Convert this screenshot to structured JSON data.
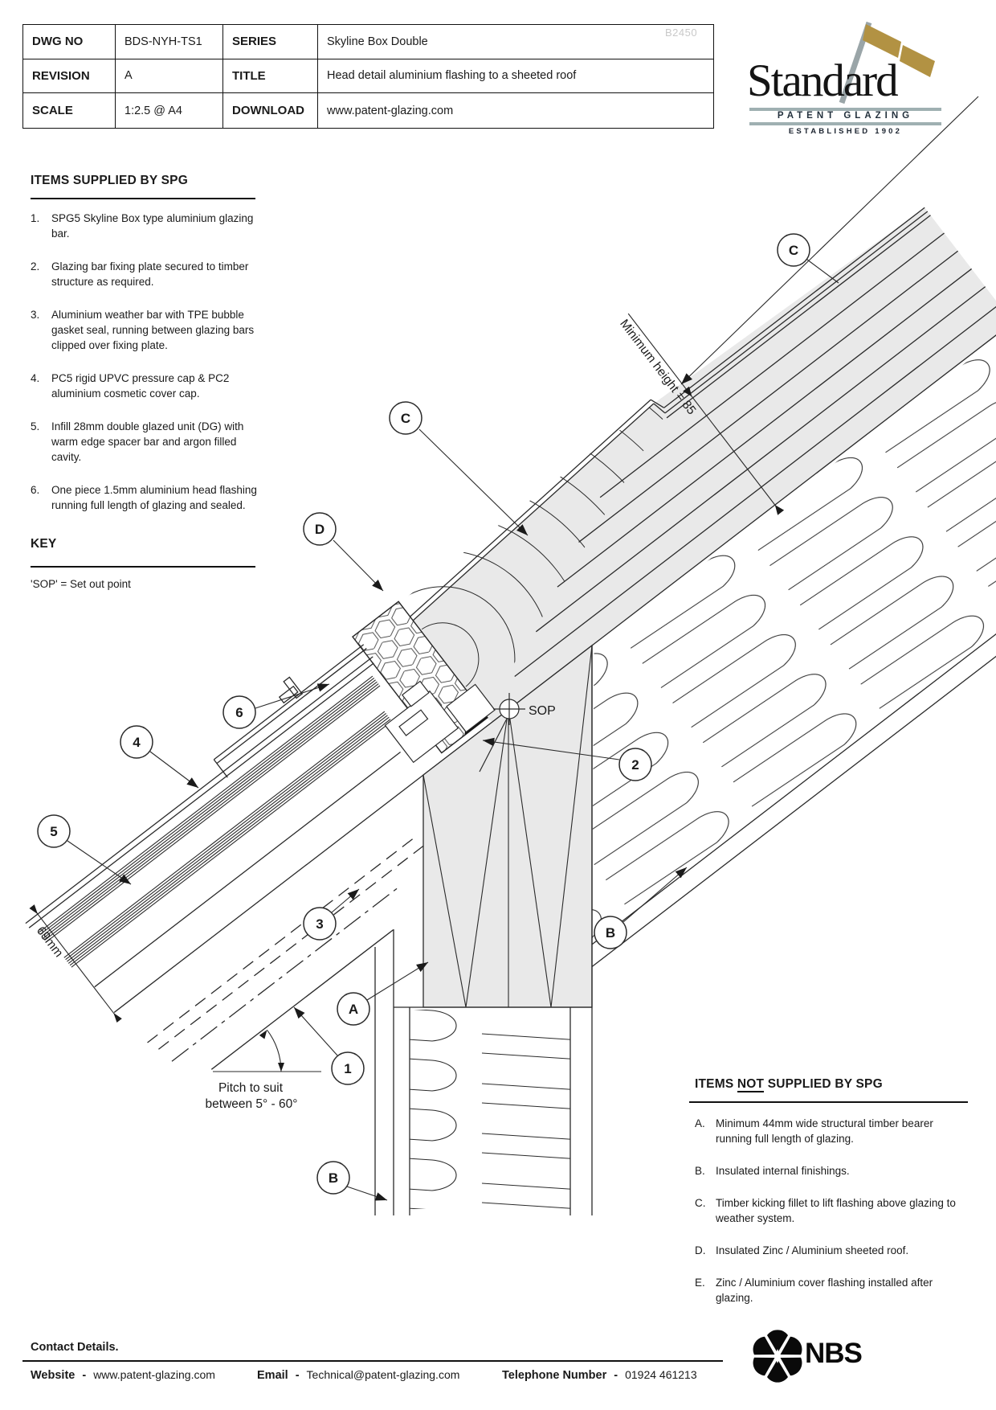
{
  "title_block": {
    "rows": [
      {
        "label": "DWG NO",
        "value": "BDS-NYH-TS1",
        "label2": "SERIES",
        "value2": "Skyline Box Double"
      },
      {
        "label": "REVISION",
        "value": "A",
        "label2": "TITLE",
        "value2": "Head detail aluminium flashing to a sheeted roof"
      },
      {
        "label": "SCALE",
        "value": "1:2.5 @ A4",
        "label2": "DOWNLOAD",
        "value2": "www.patent-glazing.com"
      }
    ],
    "watermark": "B2450"
  },
  "logo": {
    "name": "Standard",
    "subtitle": "PATENT GLAZING",
    "established": "ESTABLISHED 1902"
  },
  "supplied": {
    "heading": "ITEMS SUPPLIED BY SPG",
    "items": [
      {
        "num": "1.",
        "text": "SPG5 Skyline Box type aluminium glazing bar."
      },
      {
        "num": "2.",
        "text": "Glazing bar fixing plate secured to timber structure as required."
      },
      {
        "num": "3.",
        "text": "Aluminium weather bar with TPE bubble gasket seal, running between glazing bars clipped over fixing plate."
      },
      {
        "num": "4.",
        "text": "PC5 rigid UPVC pressure cap & PC2 aluminium cosmetic cover cap."
      },
      {
        "num": "5.",
        "text": "Infill 28mm double glazed unit (DG) with warm edge spacer bar and argon filled cavity."
      },
      {
        "num": "6.",
        "text": "One piece 1.5mm aluminium head flashing running full length of glazing and sealed."
      }
    ]
  },
  "key": {
    "heading": "KEY",
    "note": "'SOP' = Set out point"
  },
  "not_supplied": {
    "heading_pre": "ITEMS ",
    "heading_not": "NOT",
    "heading_post": " SUPPLIED BY SPG",
    "items": [
      {
        "num": "A.",
        "text": "Minimum 44mm wide structural timber bearer running full length of glazing."
      },
      {
        "num": "B.",
        "text": "Insulated internal finishings."
      },
      {
        "num": "C.",
        "text": "Timber kicking fillet to lift flashing above glazing to weather system."
      },
      {
        "num": "D.",
        "text": "Insulated Zinc / Aluminium sheeted roof."
      },
      {
        "num": "E.",
        "text": "Zinc / Aluminium cover flashing installed after glazing."
      }
    ]
  },
  "drawing": {
    "labels": {
      "sop": "SOP",
      "min_height": "Minimum height = 85",
      "bar_width": "69mm",
      "pitch_line1": "Pitch to suit",
      "pitch_line2": "between 5° - 60°"
    },
    "callouts": [
      {
        "id": "callout-c-top-right",
        "label": "C"
      },
      {
        "id": "callout-c-mid-left",
        "label": "C"
      },
      {
        "id": "callout-d",
        "label": "D"
      },
      {
        "id": "callout-6",
        "label": "6"
      },
      {
        "id": "callout-4",
        "label": "4"
      },
      {
        "id": "callout-5",
        "label": "5"
      },
      {
        "id": "callout-3",
        "label": "3"
      },
      {
        "id": "callout-2",
        "label": "2"
      },
      {
        "id": "callout-a",
        "label": "A"
      },
      {
        "id": "callout-1",
        "label": "1"
      },
      {
        "id": "callout-b-right",
        "label": "B"
      },
      {
        "id": "callout-b-left",
        "label": "B"
      }
    ],
    "colors": {
      "line": "#2a2a2a",
      "fill_grey": "#e9e9e9",
      "gold": "#b29243"
    }
  },
  "footer": {
    "heading": "Contact Details.",
    "website_label": "Website",
    "website": "www.patent-glazing.com",
    "email_label": "Email",
    "email": "Technical@patent-glazing.com",
    "phone_label": "Telephone Number",
    "phone": "01924 461213",
    "sep": "-",
    "nbs": "NBS"
  }
}
